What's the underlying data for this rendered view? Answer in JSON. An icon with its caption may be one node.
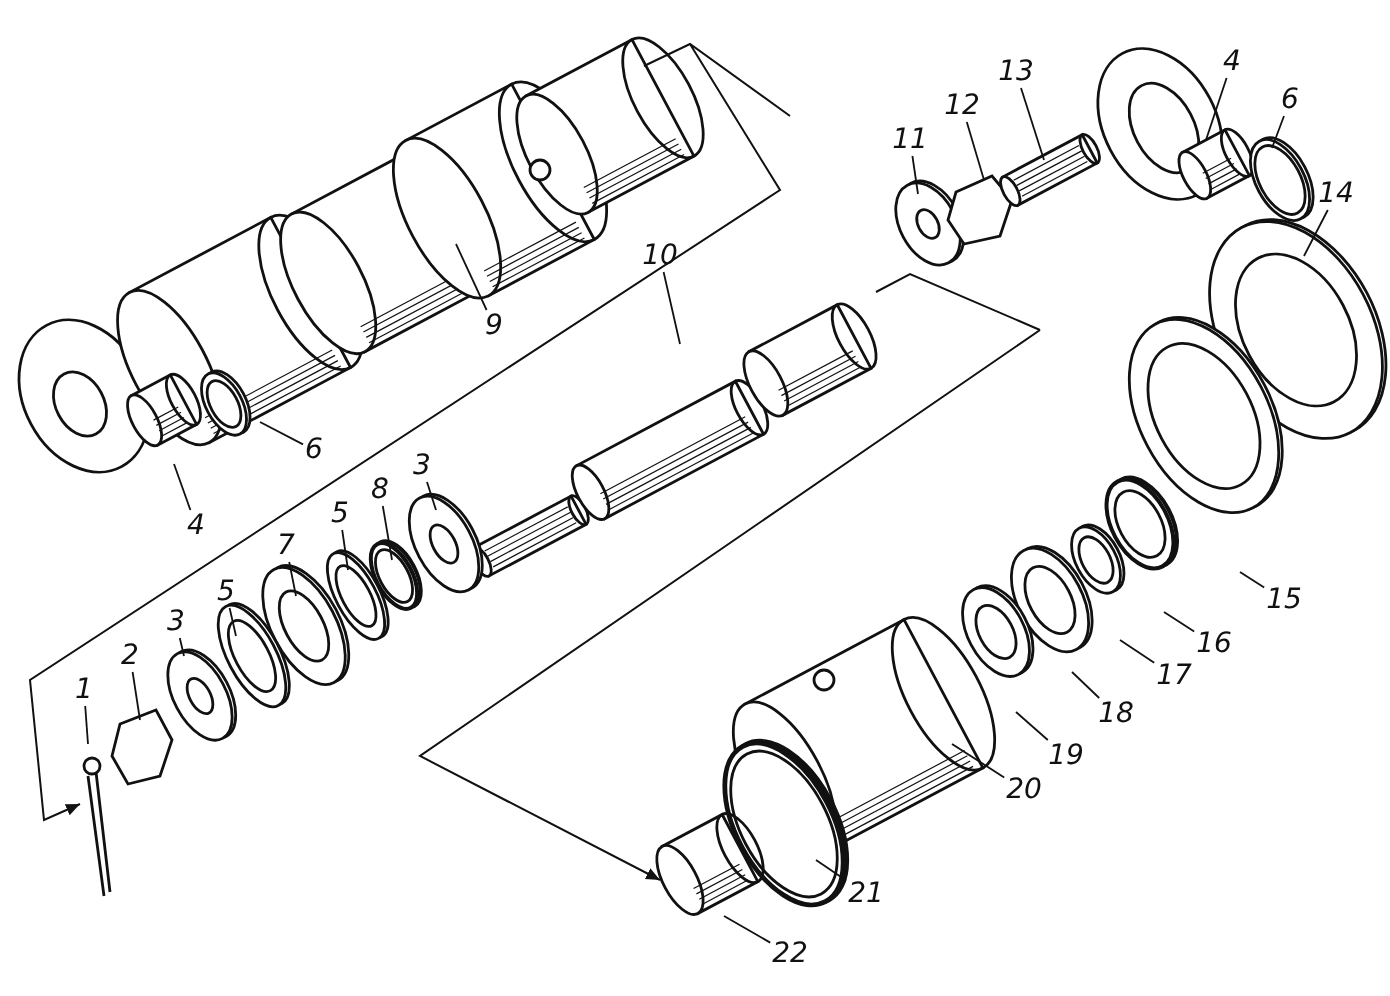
{
  "diagram": {
    "nodes": [
      {
        "text": [
          "13"
        ]
      },
      {
        "text": [
          "4"
        ]
      },
      {
        "text": [
          "6"
        ]
      },
      {
        "text": [
          "12"
        ]
      },
      {
        "text": [
          "11"
        ]
      },
      {
        "text": [
          "14"
        ]
      },
      {
        "text": [
          "10"
        ]
      },
      {
        "text": [
          "9"
        ]
      },
      {
        "text": [
          "6"
        ]
      },
      {
        "text": [
          "3"
        ]
      },
      {
        "text": [
          "8"
        ]
      },
      {
        "text": [
          "5"
        ]
      },
      {
        "text": [
          "4"
        ]
      },
      {
        "text": [
          "7"
        ]
      },
      {
        "text": [
          "5"
        ]
      },
      {
        "text": [
          "3"
        ]
      },
      {
        "text": [
          "2"
        ]
      },
      {
        "text": [
          "1"
        ]
      },
      {
        "text": [
          "15"
        ]
      },
      {
        "text": [
          "16"
        ]
      },
      {
        "text": [
          "17"
        ]
      },
      {
        "text": [
          "18"
        ]
      },
      {
        "text": [
          "19"
        ]
      },
      {
        "text": [
          "20"
        ]
      },
      {
        "text": [
          "21"
        ]
      },
      {
        "text": [
          "22"
        ]
      }
    ],
    "edges": [
      {
        "from": 0,
        "to": null,
        "arrow": "none"
      },
      {
        "from": 1,
        "to": null,
        "arrow": "none"
      },
      {
        "from": 2,
        "to": null,
        "arrow": "none"
      },
      {
        "from": 3,
        "to": null,
        "arrow": "none"
      },
      {
        "from": 4,
        "to": null,
        "arrow": "none"
      },
      {
        "from": 5,
        "to": null,
        "arrow": "none"
      },
      {
        "from": 6,
        "to": null,
        "arrow": "none"
      },
      {
        "from": 7,
        "to": null,
        "arrow": "none"
      },
      {
        "from": 8,
        "to": null,
        "arrow": "none"
      },
      {
        "from": 9,
        "to": null,
        "arrow": "none"
      },
      {
        "from": 10,
        "to": null,
        "arrow": "none"
      },
      {
        "from": 11,
        "to": null,
        "arrow": "none"
      },
      {
        "from": 12,
        "to": null,
        "arrow": "none"
      },
      {
        "from": 13,
        "to": null,
        "arrow": "none"
      },
      {
        "from": 14,
        "to": null,
        "arrow": "none"
      },
      {
        "from": 15,
        "to": null,
        "arrow": "none"
      },
      {
        "from": 16,
        "to": null,
        "arrow": "none"
      },
      {
        "from": 17,
        "to": null,
        "arrow": "none"
      },
      {
        "from": 18,
        "to": null,
        "arrow": "none"
      },
      {
        "from": 19,
        "to": null,
        "arrow": "none"
      },
      {
        "from": 20,
        "to": null,
        "arrow": "none"
      },
      {
        "from": 21,
        "to": null,
        "arrow": "none"
      },
      {
        "from": 22,
        "to": null,
        "arrow": "none"
      },
      {
        "from": 23,
        "to": null,
        "arrow": "none"
      },
      {
        "from": 24,
        "to": null,
        "arrow": "none"
      },
      {
        "from": 25,
        "to": null,
        "arrow": "none"
      }
    ]
  }
}
